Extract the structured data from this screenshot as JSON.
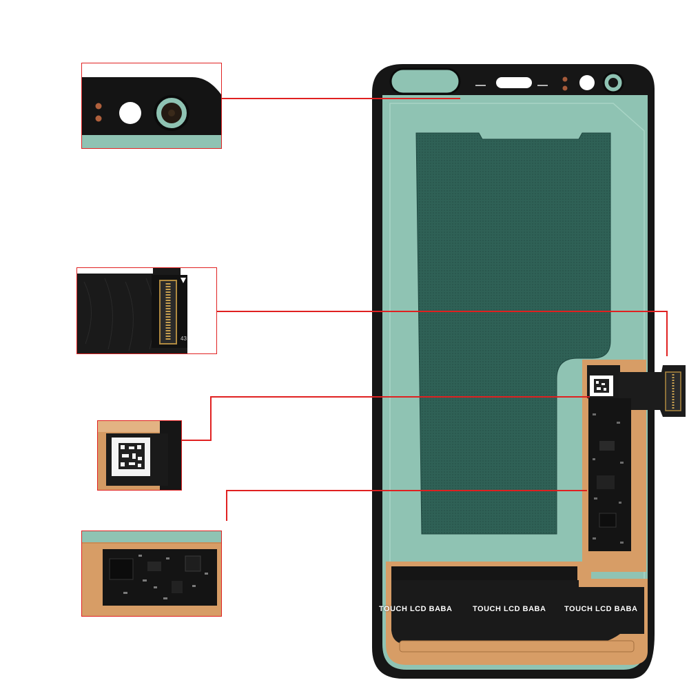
{
  "watermark": {
    "text_1": "TOUCH LCD BABA",
    "text_2": "TOUCH LCD BABA",
    "text_3": "TOUCH LCD BABA"
  },
  "colors": {
    "panel_frame": "#151515",
    "adhesive_film": "#8fc4b4",
    "graphite_sheet": "#2e5f55",
    "flex_orange": "#d49a63",
    "callout_red": "#e02020"
  }
}
